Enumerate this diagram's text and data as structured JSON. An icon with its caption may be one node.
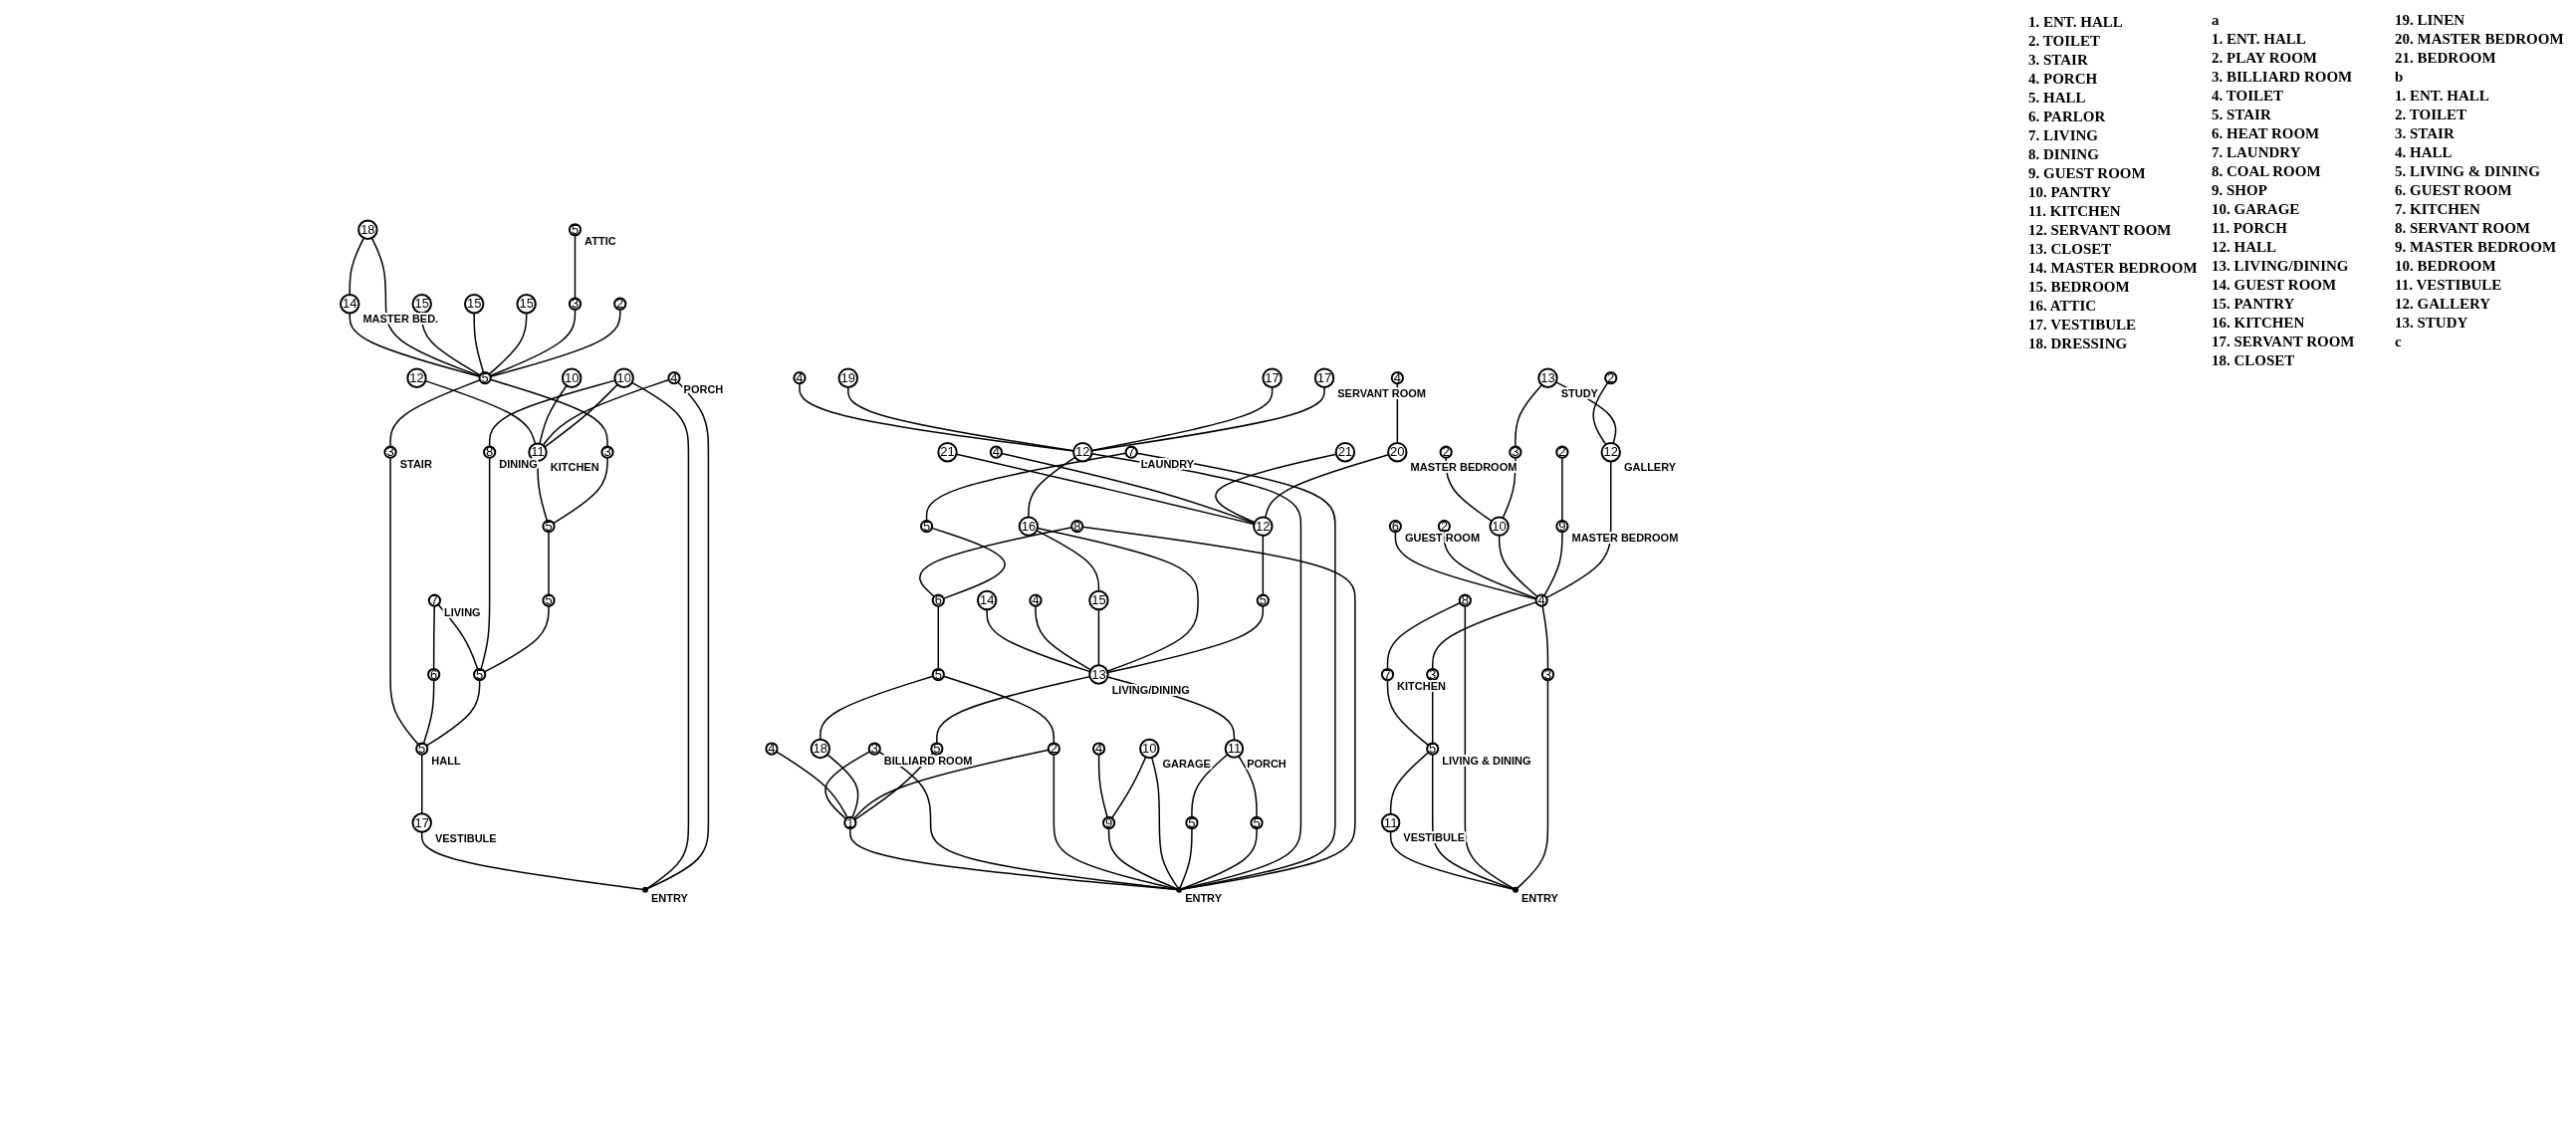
{
  "diagram": {
    "nodes": [
      {
        "text": [
          "5"
        ],
        "beside": [
          "ATTIC"
        ]
      },
      {
        "text": [
          "3"
        ]
      },
      {
        "text": [
          "15"
        ]
      },
      {
        "text": [
          "15"
        ]
      },
      {
        "text": [
          "15"
        ]
      },
      {
        "text": [
          "14"
        ],
        "beside": [
          "MASTER BED."
        ]
      },
      {
        "text": [
          "5"
        ]
      },
      {
        "text": [
          "2"
        ]
      },
      {
        "text": [
          "18"
        ]
      },
      {
        "text": [
          "3"
        ]
      },
      {
        "text": [
          "12"
        ]
      },
      {
        "text": [
          "10"
        ]
      },
      {
        "text": [
          "4"
        ],
        "beside": [
          "PORCH"
        ]
      },
      {
        "text": [
          "5"
        ]
      },
      {
        "text": [
          "11"
        ],
        "beside": [
          "KITCHEN"
        ]
      },
      {
        "text": [
          "10"
        ]
      },
      {
        "text": [
          "5"
        ]
      },
      {
        "text": [
          "7"
        ],
        "beside": [
          "LIVING"
        ]
      },
      {
        "text": [
          "8"
        ],
        "beside": [
          "DINING"
        ]
      },
      {
        "text": [
          "5"
        ]
      },
      {
        "text": [
          "6"
        ]
      },
      {
        "text": [
          "3"
        ],
        "beside": [
          "STAIR"
        ]
      },
      {
        "text": [
          "5"
        ],
        "beside": [
          "HALL"
        ]
      },
      {
        "text": [
          "17"
        ],
        "beside": [
          "VESTIBULE"
        ]
      },
      {
        "text": [],
        "shape": "circle",
        "beside": [
          "ENTRY"
        ]
      },
      {
        "text": [
          "4"
        ]
      },
      {
        "text": [
          "20"
        ],
        "beside": [
          "MASTER BEDROOM"
        ]
      },
      {
        "text": [
          "21"
        ]
      },
      {
        "text": [
          "4"
        ]
      },
      {
        "text": [
          "12"
        ]
      },
      {
        "text": [
          "21"
        ]
      },
      {
        "text": [
          "17"
        ],
        "beside": [
          "SERVANT ROOM"
        ]
      },
      {
        "text": [
          "19"
        ]
      },
      {
        "text": [
          "17"
        ]
      },
      {
        "text": [
          "12"
        ]
      },
      {
        "text": [
          "4"
        ]
      },
      {
        "text": [
          "5"
        ]
      },
      {
        "text": [
          "16"
        ]
      },
      {
        "text": [
          "15"
        ]
      },
      {
        "text": [
          "14"
        ]
      },
      {
        "text": [
          "13"
        ],
        "beside": [
          "LIVING/DINING"
        ]
      },
      {
        "text": [
          "4"
        ]
      },
      {
        "text": [
          "7"
        ],
        "beside": [
          "LAUNDRY"
        ]
      },
      {
        "text": [
          "5"
        ]
      },
      {
        "text": [
          "11"
        ],
        "beside": [
          "PORCH"
        ]
      },
      {
        "text": [
          "5"
        ]
      },
      {
        "text": [
          "6"
        ]
      },
      {
        "text": [
          "8"
        ]
      },
      {
        "text": [
          "5"
        ]
      },
      {
        "text": [
          "10"
        ],
        "beside": [
          "GARAGE"
        ]
      },
      {
        "text": [
          "5"
        ]
      },
      {
        "text": [
          "5"
        ]
      },
      {
        "text": [
          "4"
        ]
      },
      {
        "text": [
          "3"
        ],
        "beside": [
          "BILLIARD ROOM"
        ]
      },
      {
        "text": [
          "4"
        ]
      },
      {
        "text": [
          "9"
        ]
      },
      {
        "text": [
          "1"
        ]
      },
      {
        "text": [
          "18"
        ]
      },
      {
        "text": [
          "2"
        ]
      },
      {
        "text": [],
        "shape": "circle",
        "beside": [
          "ENTRY"
        ]
      },
      {
        "text": [
          "13"
        ],
        "beside": [
          "STUDY"
        ]
      },
      {
        "text": [
          "2"
        ]
      },
      {
        "text": [
          "3"
        ]
      },
      {
        "text": [
          "12"
        ],
        "beside": [
          "GALLERY"
        ]
      },
      {
        "text": [
          "2"
        ]
      },
      {
        "text": [
          "2"
        ]
      },
      {
        "text": [
          "10"
        ]
      },
      {
        "text": [
          "9"
        ],
        "beside": [
          "MASTER BEDROOM"
        ]
      },
      {
        "text": [
          "6"
        ],
        "beside": [
          "GUEST ROOM"
        ]
      },
      {
        "text": [
          "4"
        ]
      },
      {
        "text": [
          "2"
        ]
      },
      {
        "text": [
          "3"
        ]
      },
      {
        "text": [
          "7"
        ],
        "beside": [
          "KITCHEN"
        ]
      },
      {
        "text": [
          "8"
        ]
      },
      {
        "text": [
          "5"
        ],
        "beside": [
          "LIVING & DINING"
        ]
      },
      {
        "text": [
          "3"
        ]
      },
      {
        "text": [
          "11"
        ],
        "beside": [
          "VESTIBULE"
        ]
      },
      {
        "text": [],
        "shape": "circle",
        "beside": [
          "ENTRY"
        ]
      }
    ],
    "edges": [
      {
        "from": 24,
        "to": 23,
        "arrow": "none"
      },
      {
        "from": 23,
        "to": 22,
        "arrow": "none"
      },
      {
        "from": 22,
        "to": 21,
        "arrow": "none"
      },
      {
        "from": 21,
        "to": 6,
        "arrow": "none"
      },
      {
        "from": 22,
        "to": 20,
        "arrow": "none"
      },
      {
        "from": 20,
        "to": 17,
        "arrow": "none"
      },
      {
        "from": 22,
        "to": 19,
        "arrow": "none"
      },
      {
        "from": 19,
        "to": 17,
        "arrow": "none"
      },
      {
        "from": 19,
        "to": 18,
        "arrow": "none"
      },
      {
        "from": 19,
        "to": 16,
        "arrow": "none"
      },
      {
        "from": 18,
        "to": 15,
        "arrow": "none"
      },
      {
        "from": 16,
        "to": 13,
        "arrow": "none"
      },
      {
        "from": 13,
        "to": 14,
        "arrow": "none"
      },
      {
        "from": 14,
        "to": 10,
        "arrow": "none"
      },
      {
        "from": 14,
        "to": 11,
        "arrow": "none"
      },
      {
        "from": 14,
        "to": 12,
        "arrow": "none"
      },
      {
        "from": 14,
        "to": 15,
        "arrow": "none"
      },
      {
        "from": 24,
        "to": 15,
        "arrow": "none"
      },
      {
        "from": 24,
        "to": 12,
        "arrow": "none"
      },
      {
        "from": 13,
        "to": 9,
        "arrow": "none"
      },
      {
        "from": 9,
        "to": 6,
        "arrow": "none"
      },
      {
        "from": 6,
        "to": 5,
        "arrow": "none"
      },
      {
        "from": 6,
        "to": 8,
        "arrow": "none"
      },
      {
        "from": 5,
        "to": 8,
        "arrow": "none"
      },
      {
        "from": 6,
        "to": 3,
        "arrow": "none"
      },
      {
        "from": 6,
        "to": 2,
        "arrow": "none"
      },
      {
        "from": 6,
        "to": 4,
        "arrow": "none"
      },
      {
        "from": 6,
        "to": 1,
        "arrow": "none"
      },
      {
        "from": 1,
        "to": 0,
        "arrow": "none"
      },
      {
        "from": 6,
        "to": 7,
        "arrow": "none"
      },
      {
        "from": 59,
        "to": 56,
        "arrow": "none"
      },
      {
        "from": 56,
        "to": 53,
        "arrow": "none"
      },
      {
        "from": 56,
        "to": 54,
        "arrow": "none"
      },
      {
        "from": 56,
        "to": 57,
        "arrow": "none"
      },
      {
        "from": 56,
        "to": 58,
        "arrow": "none"
      },
      {
        "from": 59,
        "to": 53,
        "arrow": "none"
      },
      {
        "from": 59,
        "to": 58,
        "arrow": "none"
      },
      {
        "from": 59,
        "to": 55,
        "arrow": "none"
      },
      {
        "from": 55,
        "to": 52,
        "arrow": "none"
      },
      {
        "from": 55,
        "to": 49,
        "arrow": "none"
      },
      {
        "from": 59,
        "to": 49,
        "arrow": "none"
      },
      {
        "from": 59,
        "to": 50,
        "arrow": "none"
      },
      {
        "from": 50,
        "to": 44,
        "arrow": "none"
      },
      {
        "from": 59,
        "to": 48,
        "arrow": "none"
      },
      {
        "from": 48,
        "to": 44,
        "arrow": "none"
      },
      {
        "from": 44,
        "to": 40,
        "arrow": "none"
      },
      {
        "from": 59,
        "to": 34,
        "arrow": "none"
      },
      {
        "from": 59,
        "to": 42,
        "arrow": "none"
      },
      {
        "from": 59,
        "to": 47,
        "arrow": "none"
      },
      {
        "from": 58,
        "to": 51,
        "arrow": "none"
      },
      {
        "from": 57,
        "to": 51,
        "arrow": "none"
      },
      {
        "from": 51,
        "to": 46,
        "arrow": "none"
      },
      {
        "from": 46,
        "to": 47,
        "arrow": "none"
      },
      {
        "from": 46,
        "to": 43,
        "arrow": "none"
      },
      {
        "from": 43,
        "to": 42,
        "arrow": "none"
      },
      {
        "from": 56,
        "to": 45,
        "arrow": "none"
      },
      {
        "from": 45,
        "to": 40,
        "arrow": "none"
      },
      {
        "from": 40,
        "to": 39,
        "arrow": "none"
      },
      {
        "from": 40,
        "to": 41,
        "arrow": "none"
      },
      {
        "from": 40,
        "to": 38,
        "arrow": "none"
      },
      {
        "from": 40,
        "to": 37,
        "arrow": "none"
      },
      {
        "from": 38,
        "to": 37,
        "arrow": "none"
      },
      {
        "from": 37,
        "to": 34,
        "arrow": "none"
      },
      {
        "from": 34,
        "to": 35,
        "arrow": "none"
      },
      {
        "from": 34,
        "to": 32,
        "arrow": "none"
      },
      {
        "from": 34,
        "to": 33,
        "arrow": "none"
      },
      {
        "from": 34,
        "to": 31,
        "arrow": "none"
      },
      {
        "from": 40,
        "to": 36,
        "arrow": "none"
      },
      {
        "from": 36,
        "to": 29,
        "arrow": "none"
      },
      {
        "from": 29,
        "to": 27,
        "arrow": "none"
      },
      {
        "from": 29,
        "to": 28,
        "arrow": "none"
      },
      {
        "from": 29,
        "to": 30,
        "arrow": "none"
      },
      {
        "from": 29,
        "to": 26,
        "arrow": "none"
      },
      {
        "from": 26,
        "to": 25,
        "arrow": "none"
      },
      {
        "from": 77,
        "to": 76,
        "arrow": "none"
      },
      {
        "from": 76,
        "to": 74,
        "arrow": "none"
      },
      {
        "from": 77,
        "to": 74,
        "arrow": "none"
      },
      {
        "from": 74,
        "to": 72,
        "arrow": "none"
      },
      {
        "from": 72,
        "to": 73,
        "arrow": "none"
      },
      {
        "from": 77,
        "to": 73,
        "arrow": "none"
      },
      {
        "from": 77,
        "to": 75,
        "arrow": "none"
      },
      {
        "from": 75,
        "to": 69,
        "arrow": "none"
      },
      {
        "from": 74,
        "to": 71,
        "arrow": "none"
      },
      {
        "from": 71,
        "to": 69,
        "arrow": "none"
      },
      {
        "from": 69,
        "to": 68,
        "arrow": "none"
      },
      {
        "from": 69,
        "to": 70,
        "arrow": "none"
      },
      {
        "from": 69,
        "to": 66,
        "arrow": "none"
      },
      {
        "from": 66,
        "to": 64,
        "arrow": "none"
      },
      {
        "from": 66,
        "to": 62,
        "arrow": "none"
      },
      {
        "from": 62,
        "to": 60,
        "arrow": "none"
      },
      {
        "from": 69,
        "to": 67,
        "arrow": "none"
      },
      {
        "from": 67,
        "to": 65,
        "arrow": "none"
      },
      {
        "from": 69,
        "to": 63,
        "arrow": "none"
      },
      {
        "from": 63,
        "to": 61,
        "arrow": "none"
      },
      {
        "from": 63,
        "to": 60,
        "arrow": "none"
      }
    ],
    "labels": [
      "1. ENT. HALL",
      "2. TOILET",
      "3. STAIR",
      "4. PORCH",
      "5. HALL",
      "6. PARLOR",
      "7. LIVING",
      "8. DINING",
      "9. GUEST ROOM",
      "10. PANTRY",
      "11. KITCHEN",
      "12. SERVANT ROOM",
      "13. CLOSET",
      "14. MASTER BEDROOM",
      "15. BEDROOM",
      "16. ATTIC",
      "17. VESTIBULE",
      "18. DRESSING",
      "a",
      "1. ENT. HALL",
      "2. PLAY ROOM",
      "3. BILLIARD ROOM",
      "4. TOILET",
      "5. STAIR",
      "6. HEAT ROOM",
      "7. LAUNDRY",
      "8. COAL ROOM",
      "9. SHOP",
      "10. GARAGE",
      "11. PORCH",
      "12. HALL",
      "13. LIVING/DINING",
      "14. GUEST ROOM",
      "15. PANTRY",
      "16. KITCHEN",
      "17. SERVANT ROOM",
      "18. CLOSET",
      "19. LINEN",
      "20. MASTER BEDROOM",
      "21. BEDROOM",
      "b",
      "1. ENT. HALL",
      "2. TOILET",
      "3. STAIR",
      "4. HALL",
      "5. LIVING & DINING",
      "6. GUEST ROOM",
      "7. KITCHEN",
      "8. SERVANT ROOM",
      "9. MASTER BEDROOM",
      "10. BEDROOM",
      "11. VESTIBULE",
      "12. GALLERY",
      "13. STUDY",
      "c"
    ]
  }
}
